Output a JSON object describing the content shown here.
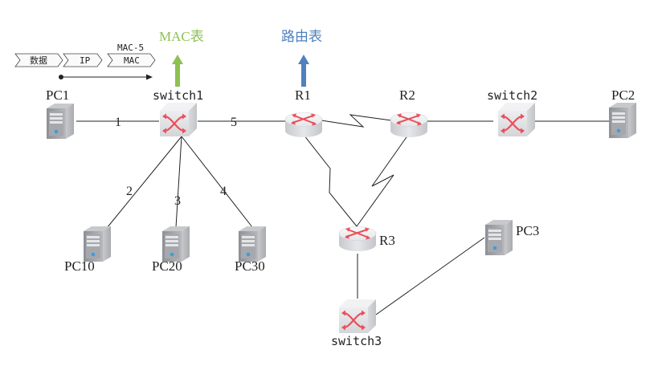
{
  "packet": {
    "segments": [
      "数据",
      "IP",
      "MAC"
    ],
    "mac_note": "MAC-5"
  },
  "tables": {
    "switch1_table": {
      "label": "MAC表",
      "color": "#8dc152"
    },
    "r1_table": {
      "label": "路由表",
      "color": "#4f81bd"
    }
  },
  "devices": {
    "pc1": {
      "label": "PC1",
      "type": "pc"
    },
    "switch1": {
      "label": "switch1",
      "type": "switch"
    },
    "r1": {
      "label": "R1",
      "type": "router"
    },
    "r2": {
      "label": "R2",
      "type": "router"
    },
    "switch2": {
      "label": "switch2",
      "type": "switch"
    },
    "pc2": {
      "label": "PC2",
      "type": "pc"
    },
    "pc10": {
      "label": "PC10",
      "type": "pc"
    },
    "pc20": {
      "label": "PC20",
      "type": "pc"
    },
    "pc30": {
      "label": "PC30",
      "type": "pc"
    },
    "r3": {
      "label": "R3",
      "type": "router"
    },
    "pc3": {
      "label": "PC3",
      "type": "pc"
    },
    "switch3": {
      "label": "switch3",
      "type": "switch"
    }
  },
  "ports": {
    "p1": "1",
    "p2": "2",
    "p3": "3",
    "p4": "4",
    "p5": "5"
  },
  "colors": {
    "icon_accent": "#e8505b",
    "device_body": "#d9dade",
    "pc_led": "#3b9ddd"
  }
}
